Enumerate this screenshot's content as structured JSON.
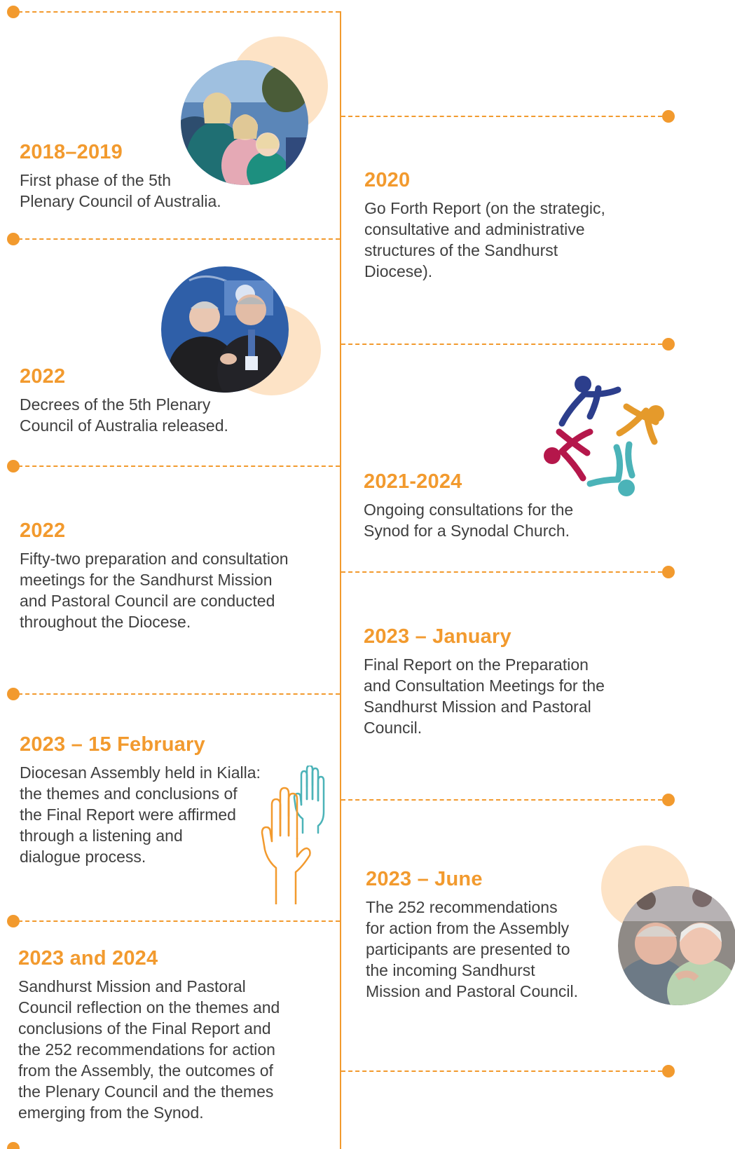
{
  "colors": {
    "accent": "#f29a2e",
    "text": "#3f3f3f",
    "blob": "#fde3c6",
    "teal": "#4bb3b8",
    "navy": "#2c3e8c",
    "crimson": "#b5174b",
    "gold": "#e59a2b"
  },
  "left_entries": [
    {
      "year": "2018–2019",
      "desc": "First phase of the 5th\nPlenary Council of Australia."
    },
    {
      "year": "2022",
      "desc": "Decrees of the 5th Plenary\nCouncil of Australia released."
    },
    {
      "year": "2022",
      "desc": "Fifty-two preparation and consultation\nmeetings for the Sandhurst Mission\nand Pastoral Council are conducted\nthroughout the Diocese."
    },
    {
      "year": "2023 – 15 February",
      "desc": "Diocesan Assembly held in Kialla:\nthe themes and conclusions of\nthe Final Report were affirmed\nthrough a listening and\ndialogue process."
    },
    {
      "year": "2023 and 2024",
      "desc": "Sandhurst Mission and Pastoral\nCouncil reflection on the themes and\nconclusions of the Final Report and\nthe 252 recommendations for action\nfrom the Assembly, the outcomes of\nthe Plenary Council and the themes\nemerging from the Synod."
    }
  ],
  "right_entries": [
    {
      "year": "2020",
      "desc": "Go Forth Report (on the strategic,\nconsultative and administrative\nstructures of the Sandhurst\nDiocese)."
    },
    {
      "year": "2021-2024",
      "desc": "Ongoing consultations for the\nSynod for a Synodal Church."
    },
    {
      "year": "2023 – January",
      "desc": "Final Report on the Preparation\nand Consultation Meetings for the\nSandhurst Mission and Pastoral\nCouncil."
    },
    {
      "year": "2023 – June",
      "desc": "The 252 recommendations\nfor action from the Assembly\nparticipants are presented to\nthe incoming Sandhurst\nMission and Pastoral Council."
    }
  ],
  "icons": {
    "synod_logo": "synod-people-circle-icon",
    "raised_hands": "raised-hands-icon",
    "photo_family": "family-photo",
    "photo_handshake": "handshake-photo",
    "photo_elderly": "elderly-couple-photo"
  }
}
